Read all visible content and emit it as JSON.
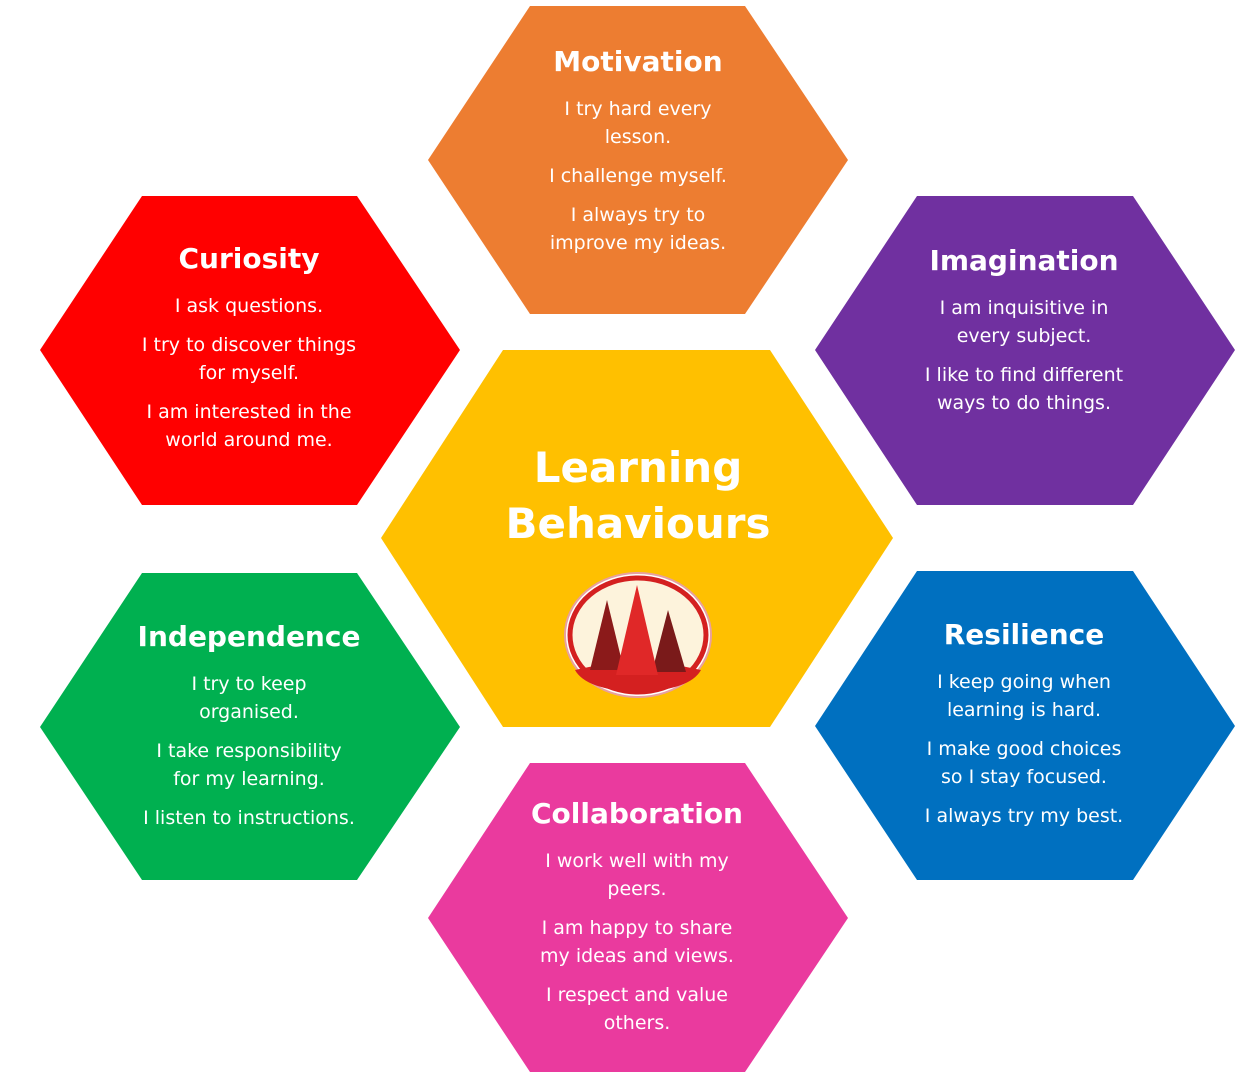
{
  "center": {
    "title_line1": "Learning",
    "title_line2": "Behaviours",
    "logo": "pine-trees-school-logo"
  },
  "colors": {
    "motivation": "#ED7D31",
    "curiosity": "#FF0000",
    "imagination": "#7030A0",
    "center": "#FFC000",
    "independence": "#00B050",
    "resilience": "#0070C0",
    "collaboration": "#EA3A9E"
  },
  "hexagons": {
    "motivation": {
      "title": "Motivation",
      "items": [
        "I try hard every\nlesson.",
        "I challenge myself.",
        "I always try to\nimprove my ideas."
      ]
    },
    "curiosity": {
      "title": "Curiosity",
      "items": [
        "I ask questions.",
        "I try to discover things\nfor myself.",
        "I am interested in the\nworld around me."
      ]
    },
    "imagination": {
      "title": "Imagination",
      "items": [
        "I am inquisitive in\nevery subject.",
        "I like to find different\nways to do things."
      ]
    },
    "independence": {
      "title": "Independence",
      "items": [
        "I try to keep\norganised.",
        "I take responsibility\nfor my learning.",
        "I listen to instructions."
      ]
    },
    "resilience": {
      "title": "Resilience",
      "items": [
        "I keep going when\nlearning is hard.",
        "I make good choices\nso I stay focused.",
        "I always try my best."
      ]
    },
    "collaboration": {
      "title": "Collaboration",
      "items": [
        "I work well with my\npeers.",
        "I am happy to share\nmy ideas and views.",
        "I respect and value\nothers."
      ]
    }
  }
}
